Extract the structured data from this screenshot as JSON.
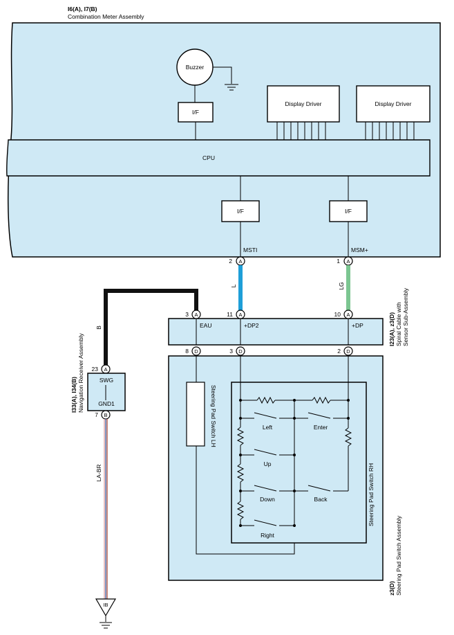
{
  "combination_meter": {
    "connector_ids": "I6(A), I7(B)",
    "name": "Combination Meter Assembly",
    "buzzer_label": "Buzzer",
    "if_label": "I/F",
    "display_driver_1": "Display Driver",
    "display_driver_2": "Display Driver",
    "cpu_label": "CPU",
    "if_left_label": "I/F",
    "if_right_label": "I/F",
    "terminal_msti": "MSTI",
    "terminal_msm": "MSM+",
    "pin_msti": "2",
    "pin_msm": "1",
    "conn_letter": "A"
  },
  "wires": {
    "blue_color_code": "L",
    "green_color_code": "LG",
    "black_color_code": "B",
    "ground_wire_code": "LA-BR",
    "blue_color": "#1e9fd8",
    "green_color": "#7cc691",
    "black_color": "#111111"
  },
  "spiral_cable": {
    "connector_ids": "I23(A), z3(D)",
    "name_line1": "Spiral Cable with",
    "name_line2": "Sensor Sub-Assembly",
    "pin_eau_top": "3",
    "pin_dp2_top": "11",
    "pin_dp_top": "10",
    "label_eau": "EAU",
    "label_dp2": "+DP2",
    "label_dp": "+DP",
    "pin_left_bottom": "8",
    "pin_mid_bottom": "3",
    "pin_right_bottom": "2",
    "conn_a": "A",
    "conn_d": "D"
  },
  "navigation": {
    "connector_ids": "I33(A), I34(B)",
    "name": "Navigation Receiver Assembly",
    "pin_swg": "23",
    "pin_gnd1": "7",
    "label_swg": "SWG",
    "label_gnd1": "GND1",
    "conn_a": "A",
    "conn_b": "B"
  },
  "steering_pad": {
    "connector_id": "z3(D)",
    "name": "Steering Pad Switch Assembly",
    "switch_lh": "Steering Pad Switch LH",
    "switch_rh": "Steering Pad Switch RH",
    "btn_left": "Left",
    "btn_enter": "Enter",
    "btn_up": "Up",
    "btn_down": "Down",
    "btn_back": "Back",
    "btn_right": "Right"
  },
  "ground": {
    "label": "IB"
  },
  "colors": {
    "box_fill": "#cfe9f5",
    "stroke": "#000000"
  }
}
